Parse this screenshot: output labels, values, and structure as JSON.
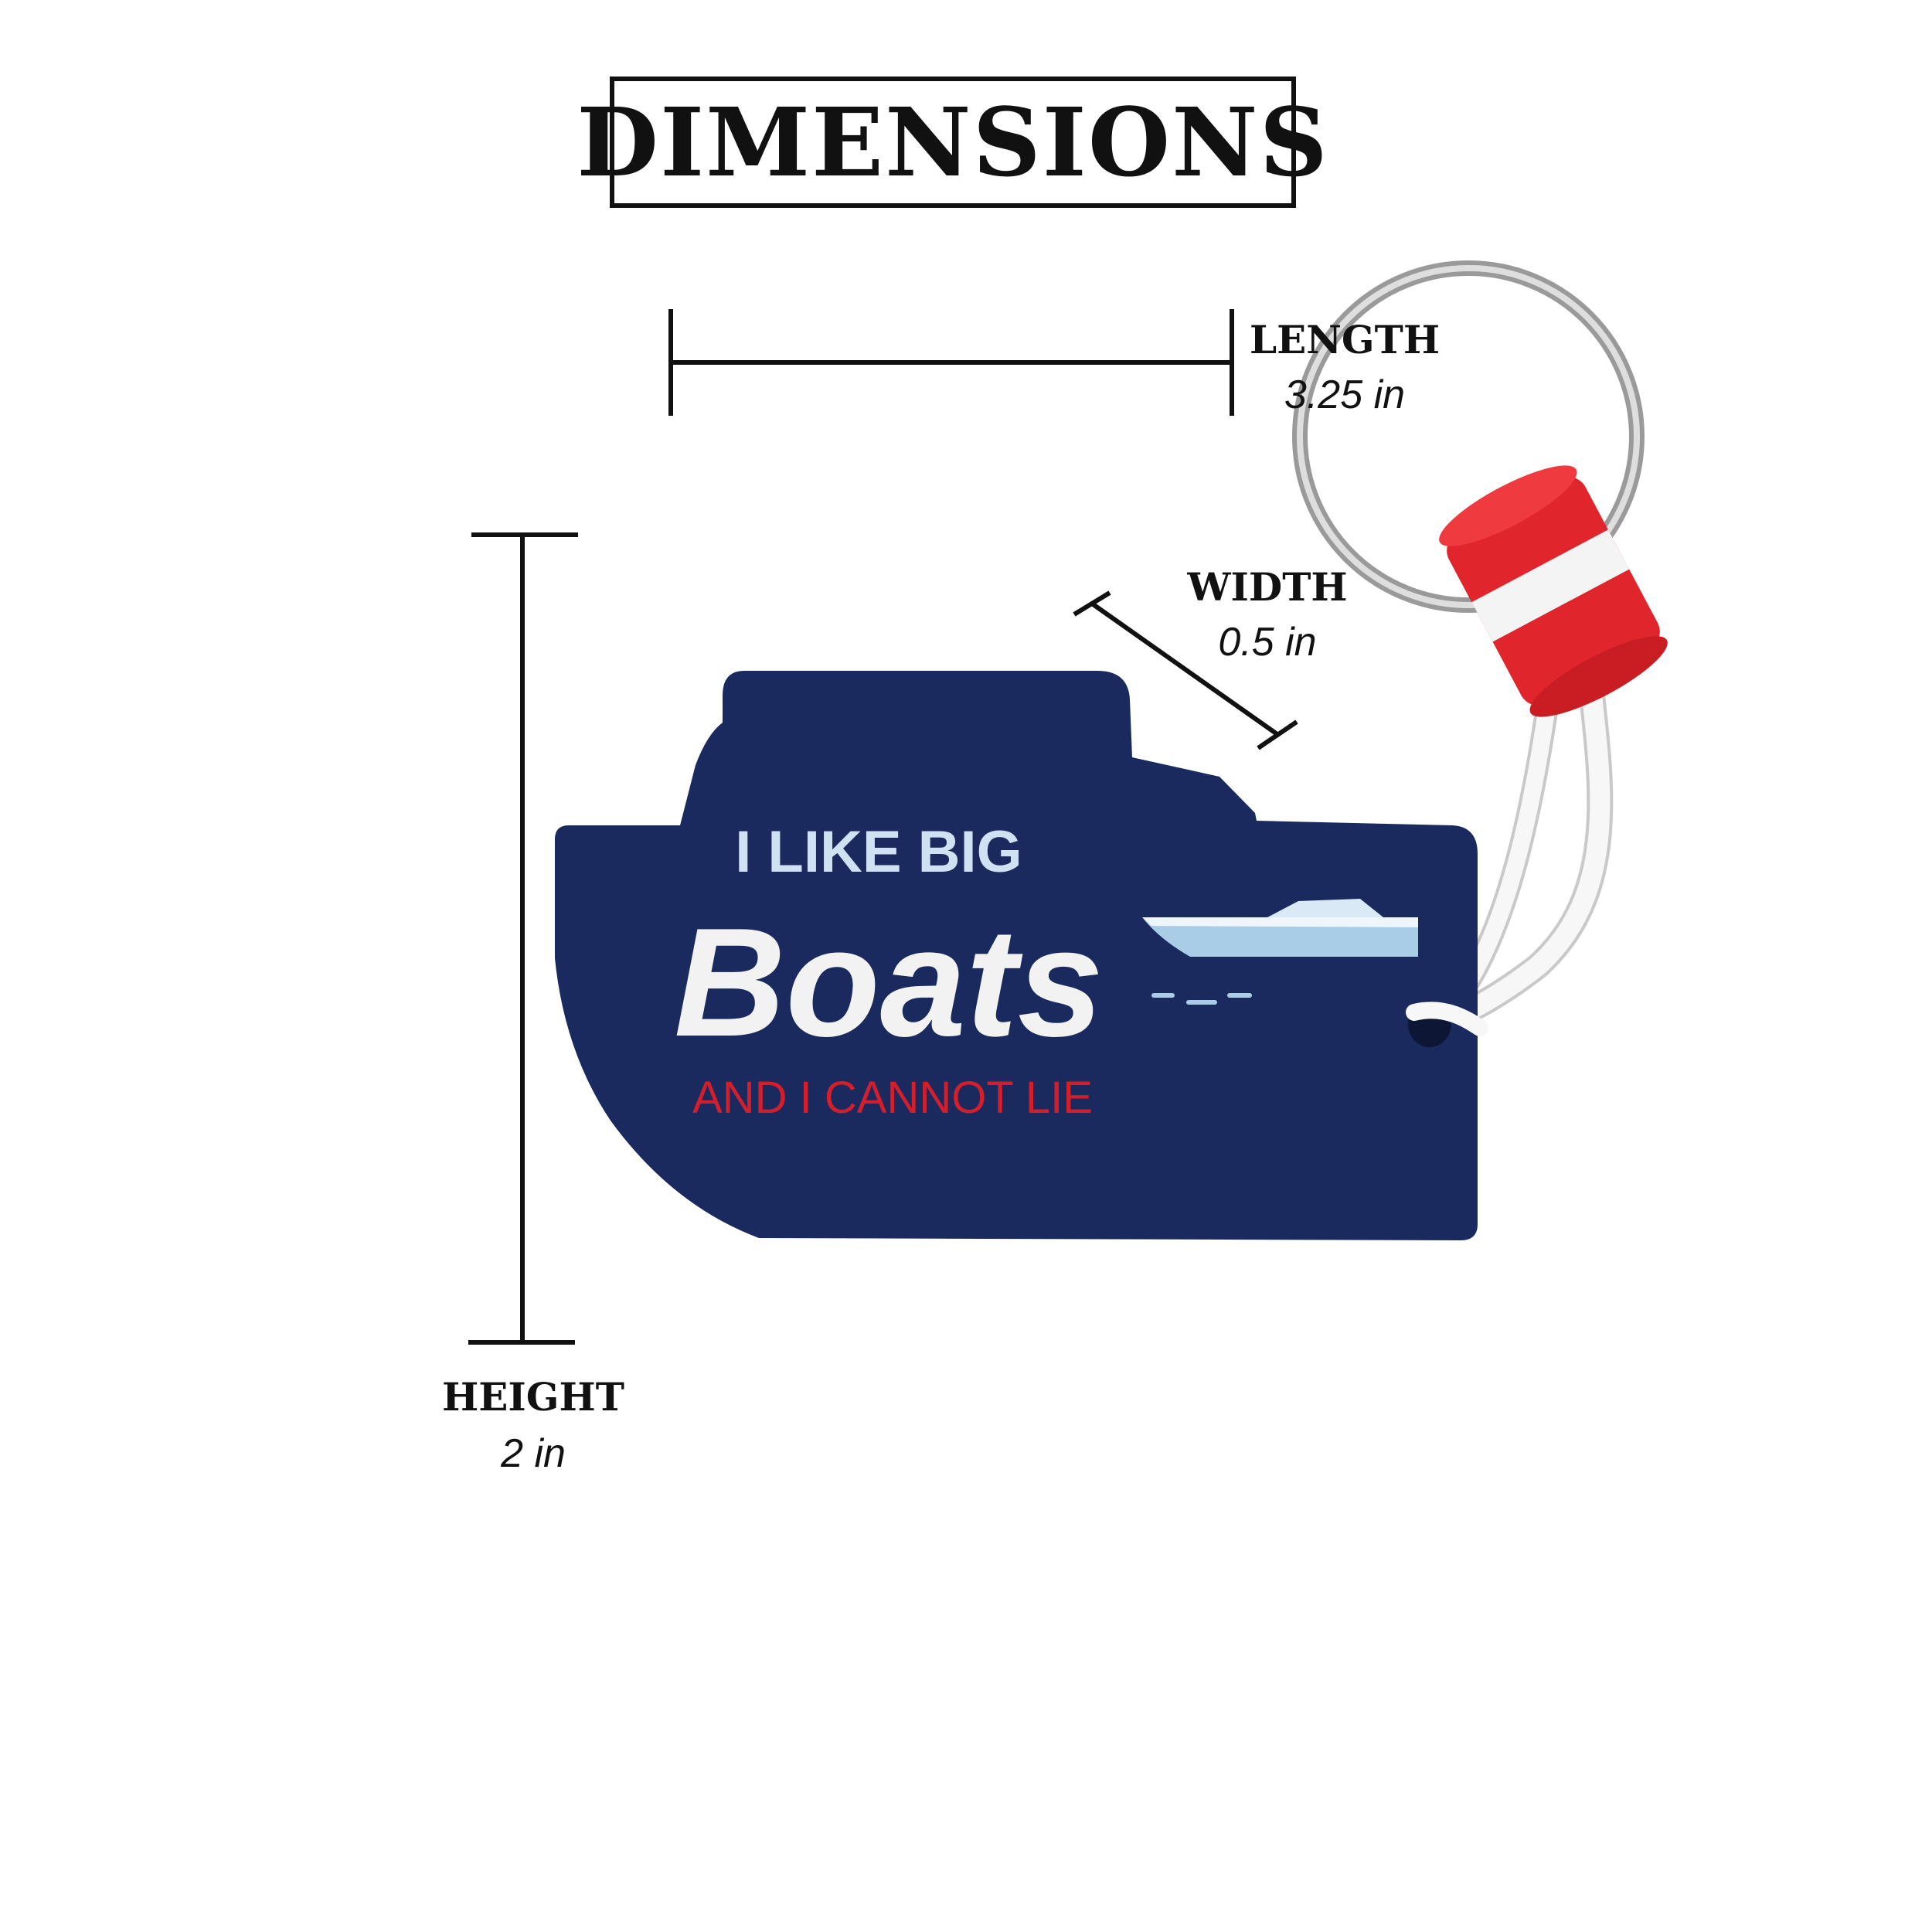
{
  "title": "DIMENSIONS",
  "dimensions": {
    "length": {
      "label": "LENGTH",
      "value": "3.25 in"
    },
    "width": {
      "label": "WIDTH",
      "value": "0.5 in"
    },
    "height": {
      "label": "HEIGHT",
      "value": "2 in"
    }
  },
  "product": {
    "line1": "I LIKE BIG",
    "line2": "Boats",
    "line3": "AND I CANNOT LIE",
    "colors": {
      "body": "#1b2a5e",
      "line1": "#cfe2f3",
      "line2": "#f2f2f2",
      "line3": "#d21f2b",
      "float_red": "#e0262c",
      "float_white": "#f4f4f4",
      "ring": "#b9b9b9",
      "boat_print": "#a9cde6"
    }
  }
}
